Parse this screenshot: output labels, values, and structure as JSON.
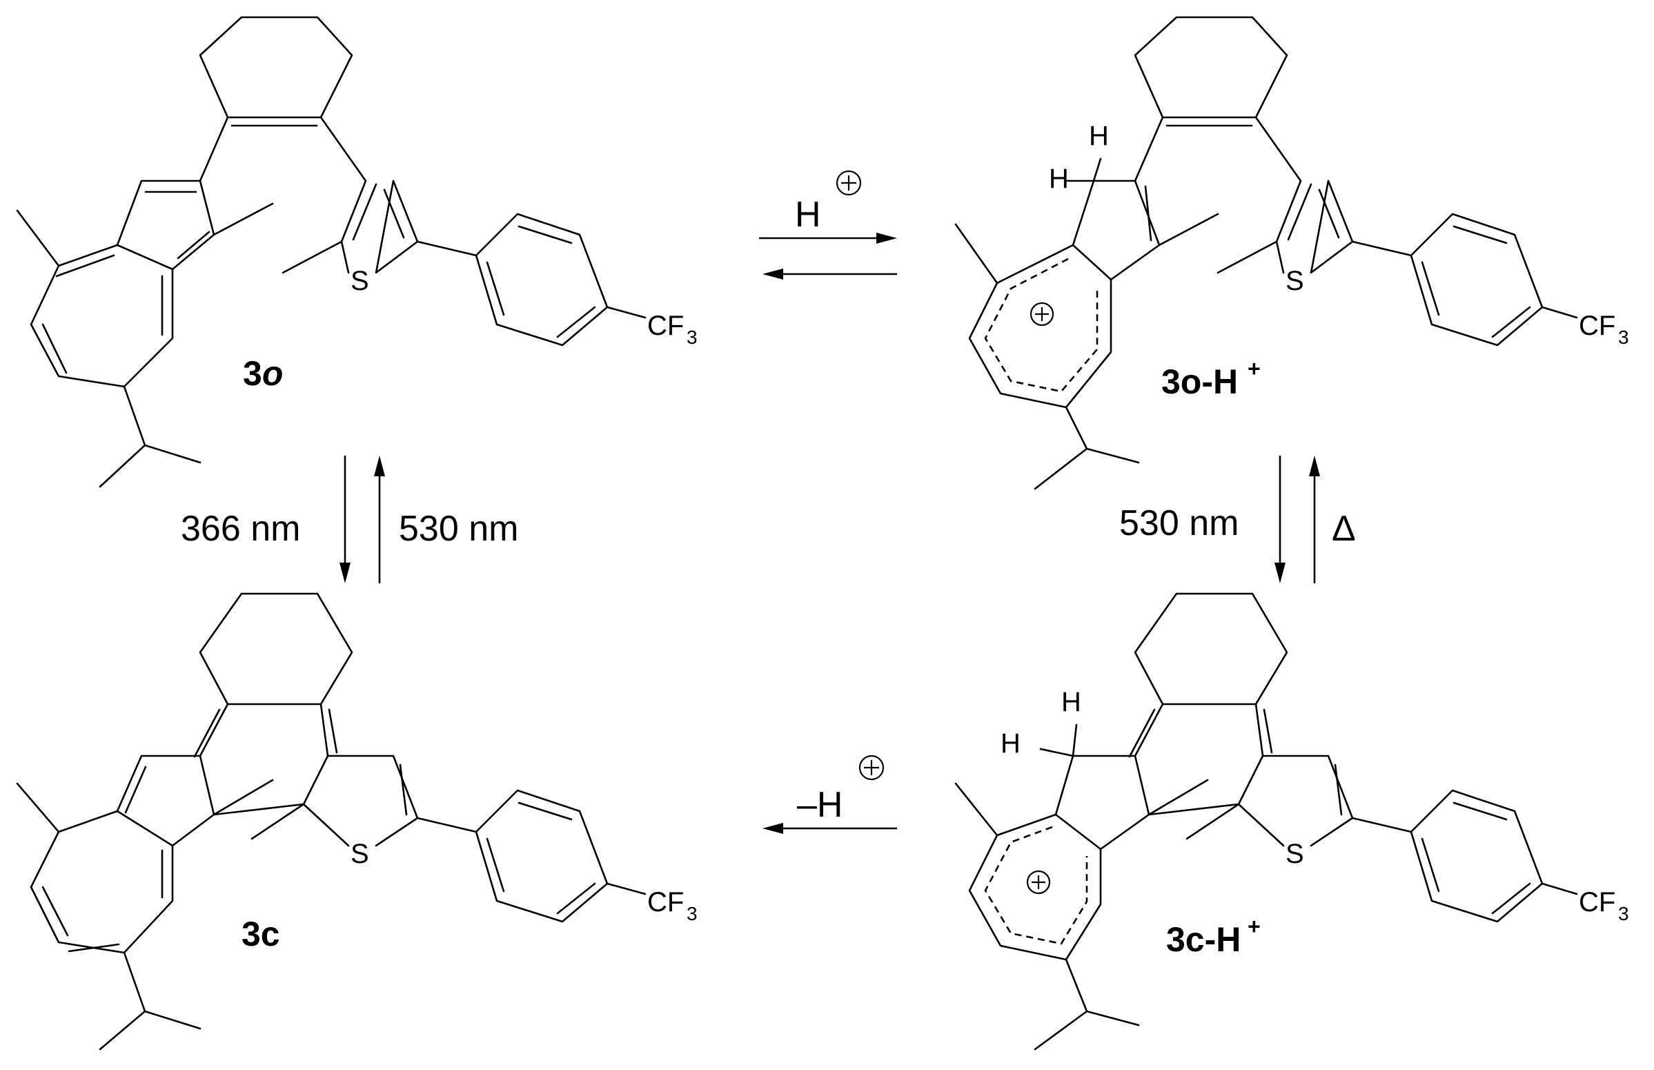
{
  "compounds": {
    "c3o": {
      "label": "3",
      "label_italic": "o"
    },
    "c3oH": {
      "label": "3o-H",
      "sup": "+"
    },
    "c3c": {
      "label": "3c"
    },
    "c3cH": {
      "label": "3c-H",
      "sup": "+"
    }
  },
  "atoms": {
    "sulfur": "S",
    "hydrogen": "H",
    "cf3_main": "CF",
    "cf3_sub": "3"
  },
  "conditions": {
    "protonation": "H",
    "deprotonation": "–H",
    "uv": "366 nm",
    "vis_left": "530 nm",
    "vis_right": "530 nm",
    "thermal": "Δ"
  }
}
